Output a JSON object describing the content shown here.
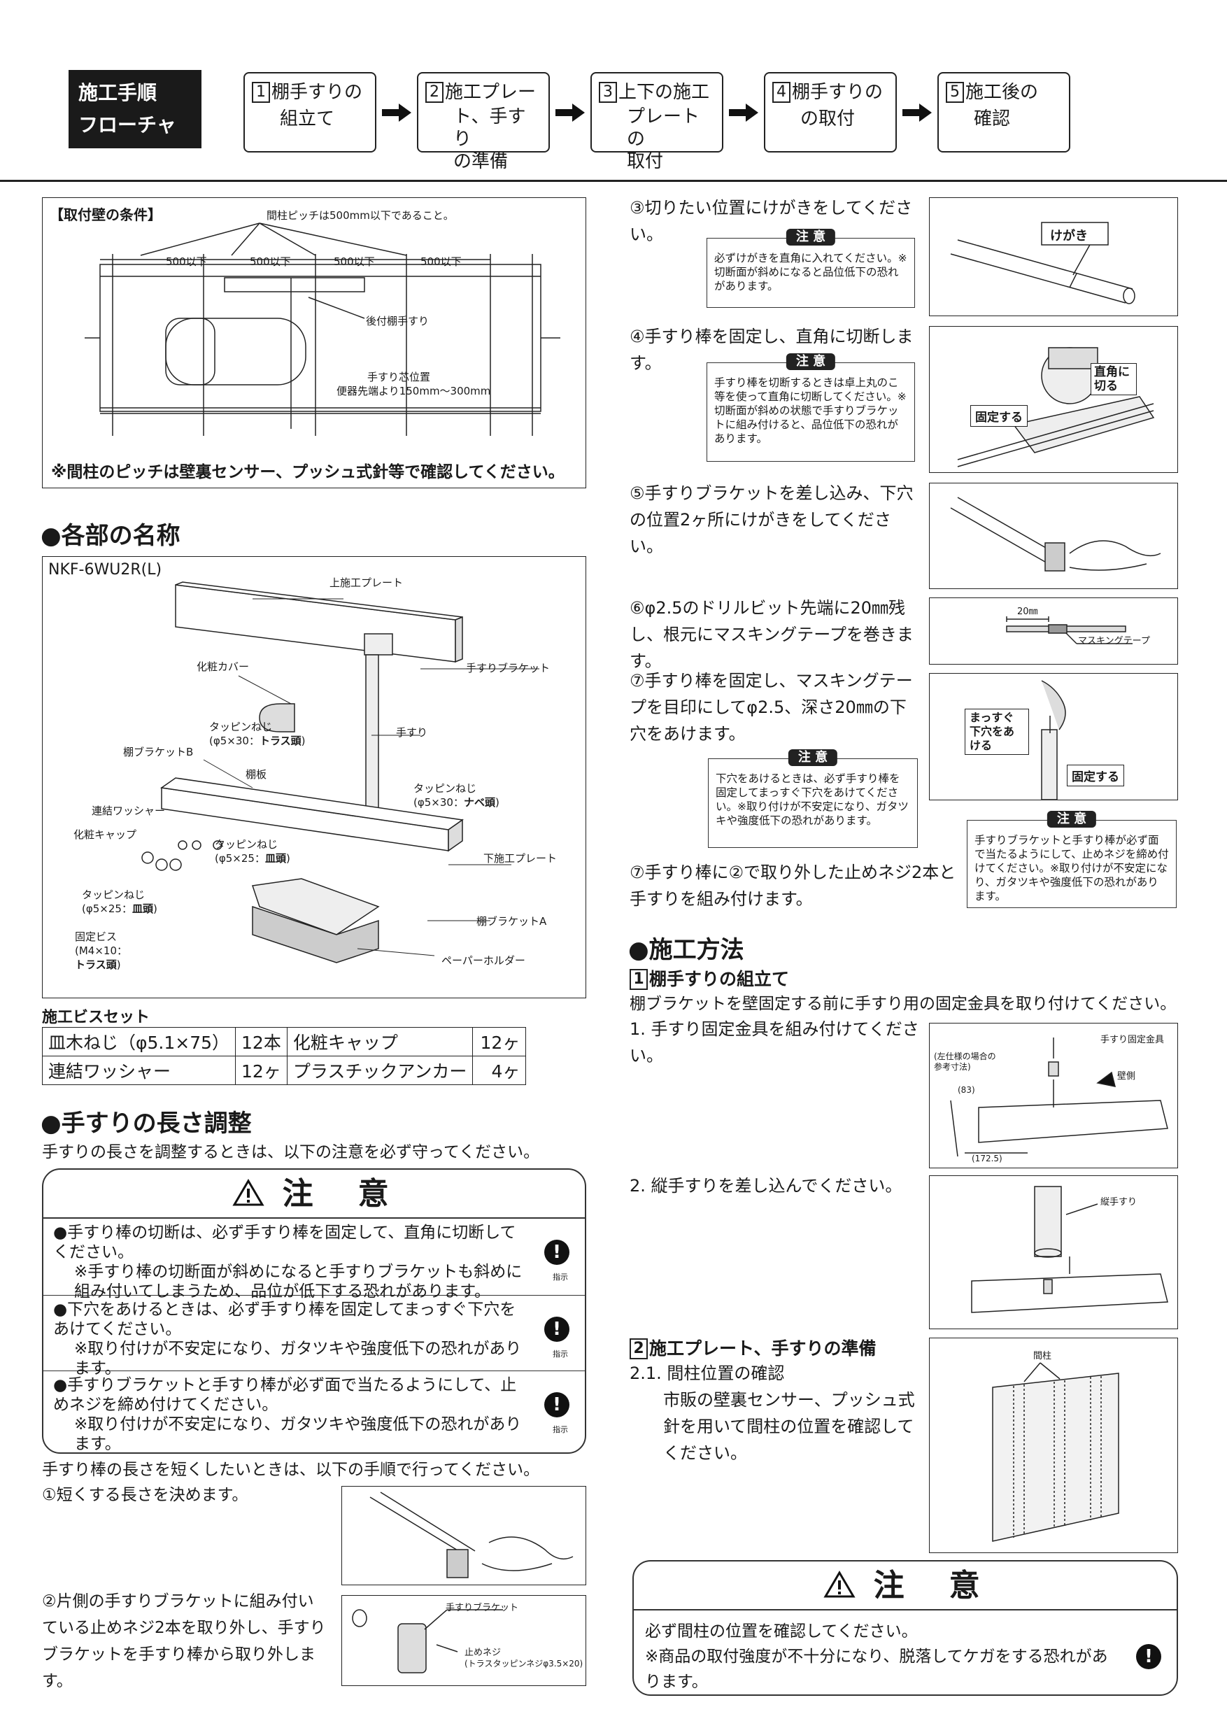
{
  "flowchart": {
    "title_line1": "施工手順",
    "title_line2": "フローチャート",
    "steps": [
      {
        "num": "1",
        "line1": "棚手すりの",
        "line2": "組立て"
      },
      {
        "num": "2",
        "line1": "施工プレー",
        "line2": "ト、手すり",
        "line3": "の準備"
      },
      {
        "num": "3",
        "line1": "上下の施工",
        "line2": "プレートの",
        "line3": "取付"
      },
      {
        "num": "4",
        "line1": "棚手すりの",
        "line2": "の取付"
      },
      {
        "num": "5",
        "line1": "施工後の",
        "line2": "確認"
      }
    ]
  },
  "wall_conditions": {
    "title": "【取付壁の条件】",
    "pitch_note": "間柱ピッチは500mm以下であること。",
    "dims": [
      "500以下",
      "500以下",
      "500以下",
      "500以下"
    ],
    "rear_rail": "後付棚手すり",
    "center_pos_1": "手すり芯位置",
    "center_pos_2": "便器先端より150mm～300mm",
    "note": "※間柱のピッチは壁裏センサー、プッシュ式針等で確認してください。"
  },
  "parts": {
    "heading": "●各部の名称",
    "model": "NKF-6WU2R(L)",
    "labels": {
      "upper_plate": "上施工プレート",
      "bracket": "手すりブラケット",
      "cover": "化粧カバー",
      "tapping1": "タッピンねじ",
      "tapping1_spec": "(φ5×30：",
      "tapping1_head": "トラス頭",
      "tapping1_close": ")",
      "rail": "手すり",
      "shelf_bracket_b": "棚ブラケットB",
      "shelf": "棚板",
      "tapping2": "タッピンねじ",
      "tapping2_spec": "(φ5×30：",
      "tapping2_head": "ナベ頭",
      "tapping2_close": ")",
      "washer": "連結ワッシャー",
      "cap": "化粧キャップ",
      "tapping3": "タッピンねじ",
      "tapping3_spec": "(φ5×25：",
      "tapping3_head": "皿頭",
      "tapping3_close": ")",
      "lower_plate": "下施工プレート",
      "tapping4": "タッピンねじ",
      "tapping4_spec": "(φ5×25：",
      "tapping4_head": "皿頭",
      "tapping4_close": ")",
      "shelf_bracket_a": "棚ブラケットA",
      "fix_screw": "固定ビス",
      "fix_screw_spec": "(M4×10：",
      "fix_screw_head": "トラス頭",
      "fix_screw_close": ")",
      "paper_holder": "ペーパーホルダー"
    }
  },
  "screw_set": {
    "title": "施工ビスセット",
    "rows": [
      [
        "皿木ねじ（φ5.1×75）",
        "12本",
        "化粧キャップ",
        "12ヶ"
      ],
      [
        "連結ワッシャー",
        "12ヶ",
        "プラスチックアンカー",
        "4ヶ"
      ]
    ]
  },
  "length_adjust": {
    "heading": "●手すりの長さ調整",
    "intro": "手すりの長さを調整するときは、以下の注意を必ず守ってください。",
    "caution_title": "注　意",
    "rows": [
      {
        "main": "●手すり棒の切断は、必ず手すり棒を固定して、直角に切断してください。",
        "sub": "※手すり棒の切断面が斜めになると手すりブラケットも斜めに組み付いてしまうため、品位が低下する恐れがあります。"
      },
      {
        "main": "●下穴をあけるときは、必ず手すり棒を固定してまっすぐ下穴をあけてください。",
        "sub": "※取り付けが不安定になり、ガタツキや強度低下の恐れがあります。"
      },
      {
        "main": "●手すりブラケットと手すり棒が必ず面で当たるようにして、止めネジを締め付けてください。",
        "sub": "※取り付けが不安定になり、ガタツキや強度低下の恐れがあります。"
      }
    ],
    "instruction_label": "指示",
    "procedure_intro": "手すり棒の長さを短くしたいときは、以下の手順で行ってください。",
    "step1": "①短くする長さを決めます。",
    "step2": "②片側の手すりブラケットに組み付いている止めネジ2本を取り外し、手すりブラケットを手すり棒から取り外します。",
    "fig2_bracket": "手すりブラケット",
    "fig2_screw": "止めネジ",
    "fig2_screw_spec": "(トラスタッピンネジφ3.5×20)"
  },
  "right_steps": {
    "step3": "③切りたい位置にけがきをしてください。",
    "caution_label": "注 意",
    "caution3": "必ずけがきを直角に入れてください。※切断面が斜めになると品位低下の恐れがあります。",
    "fig3_label": "けがき",
    "step4": "④手すり棒を固定し、直角に切断します。",
    "caution4": "手すり棒を切断するときは卓上丸のこ等を使って直角に切断してください。※切断面が斜めの状態で手すりブラケットに組み付けると、品位低下の恐れがあります。",
    "fig4_fix": "固定する",
    "fig4_cut": "直角に切る",
    "step5": "⑤手すりブラケットを差し込み、下穴の位置2ヶ所にけがきをしてください。",
    "step6": "⑥φ2.5のドリルビット先端に20㎜残し、根元にマスキングテープを巻きます。",
    "fig6_len": "20㎜",
    "fig6_tape": "マスキングテープ",
    "step7": "⑦手すり棒を固定し、マスキングテープを目印にしてφ2.5、深さ20㎜の下穴をあけます。",
    "fig7_straight": "まっすぐ下穴をあける",
    "fig7_fix": "固定する",
    "caution7": "下穴をあけるときは、必ず手すり棒を固定してまっすぐ下穴をあけてください。※取り付けが不安定になり、ガタツキや強度低下の恐れがあります。",
    "caution7b": "手すりブラケットと手すり棒が必ず面で当たるようにして、止めネジを締め付けてください。※取り付けが不安定になり、ガタツキや強度低下の恐れがあります。",
    "step7b": "⑦手すり棒に②で取り外した止めネジ2本と手すりを組み付けます。"
  },
  "method": {
    "heading": "●施工方法",
    "sec1_num": "1",
    "sec1_title": "棚手すりの組立て",
    "sec1_intro": "棚ブラケットを壁固定する前に手すり用の固定金具を取り付けてください。",
    "item1": "1. 手すり固定金具を組み付けてください。",
    "fig_a_fitting": "手すり固定金具",
    "fig_a_ref": "(左仕様の場合の参考寸法)",
    "fig_a_wall": "壁側",
    "fig_a_83": "(83)",
    "fig_a_172": "(172.5)",
    "item2": "2. 縦手すりを差し込んでください。",
    "fig_b_label": "縦手すり",
    "sec2_num": "2",
    "sec2_title": "施工プレート、手すりの準備",
    "sec2_sub": "2.1. 間柱位置の確認",
    "sec2_text": "市販の壁裏センサー、プッシュ式針を用いて間柱の位置を確認してください。",
    "fig_c_label": "間柱",
    "caution_title": "注　意",
    "caution_line1": "必ず間柱の位置を確認してください。",
    "caution_line2": "※商品の取付強度が不十分になり、脱落してケガをする恐れがあります。"
  }
}
